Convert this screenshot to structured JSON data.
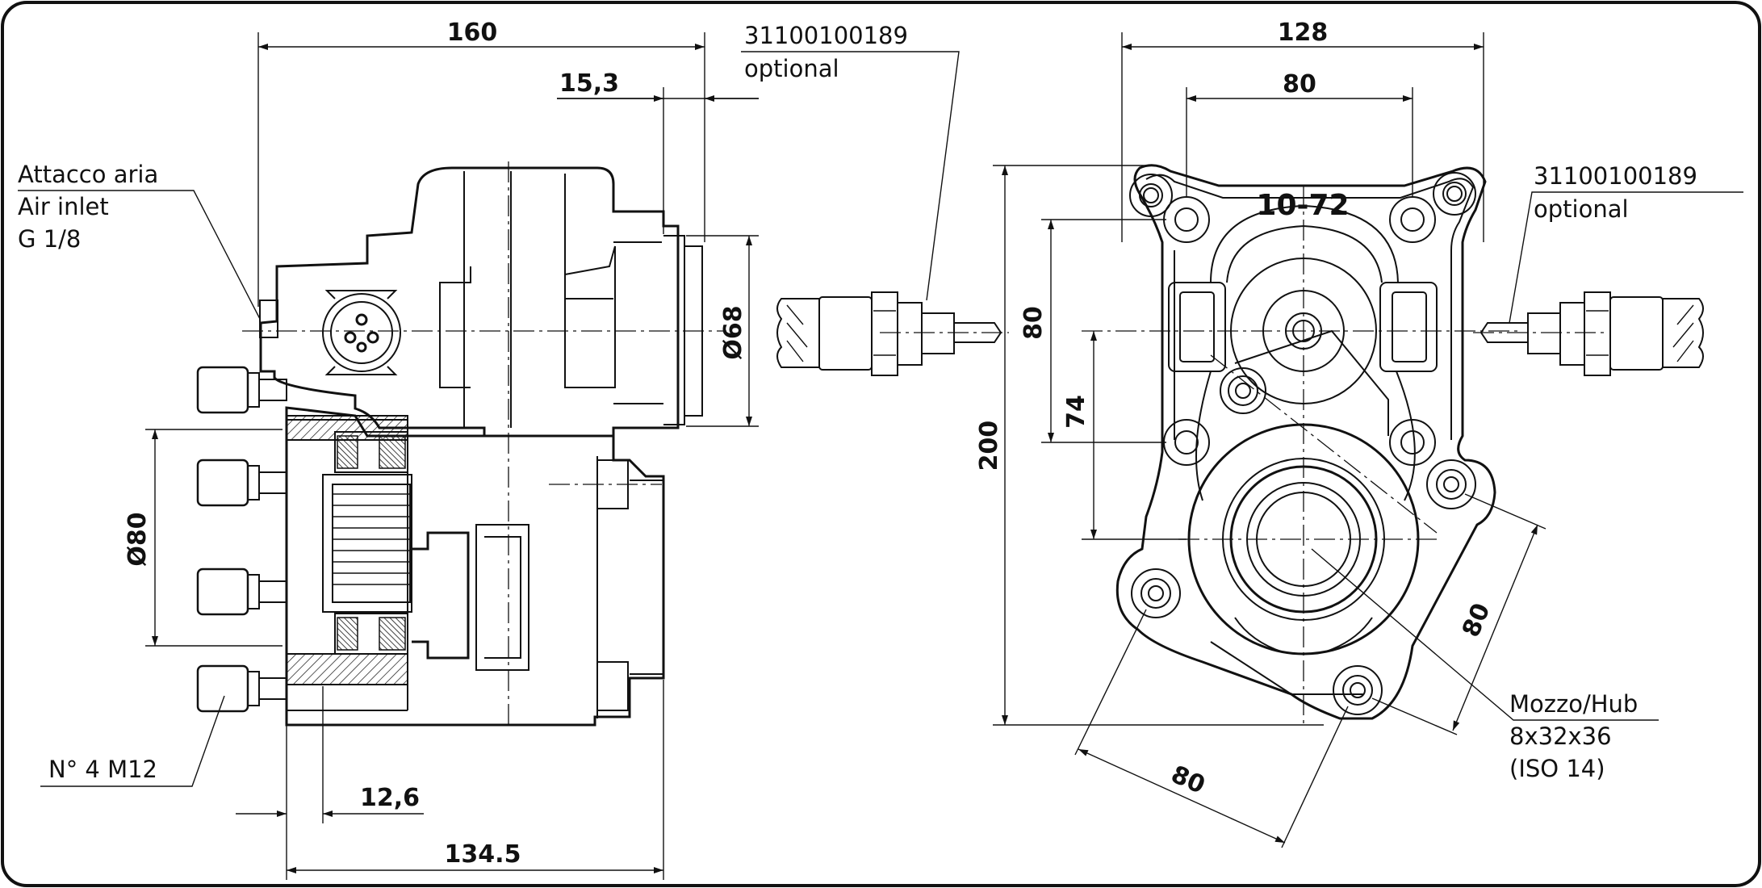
{
  "side_view": {
    "dims": {
      "overall_length": "160",
      "flange_offset": "15,3",
      "flange_diameter": "Ø68",
      "shaft_diameter": "Ø80",
      "hub_offset": "12,6",
      "base_length": "134.5"
    },
    "air_inlet": [
      "Attacco aria",
      "Air inlet",
      "G 1/8"
    ],
    "bolts": "N° 4 M12",
    "sensor": [
      "31100100189",
      "optional"
    ]
  },
  "front_view": {
    "model_label": "10-72",
    "dims": {
      "overall_width": "128",
      "inner_width": "80",
      "overall_height": "200",
      "upper_pitch": "80",
      "shaft_offset": "74",
      "diagonal_right": "80",
      "diagonal_bottom": "80"
    },
    "sensor": [
      "31100100189",
      "optional"
    ],
    "hub": [
      "Mozzo/Hub",
      "8x32x36",
      "(ISO 14)"
    ]
  }
}
